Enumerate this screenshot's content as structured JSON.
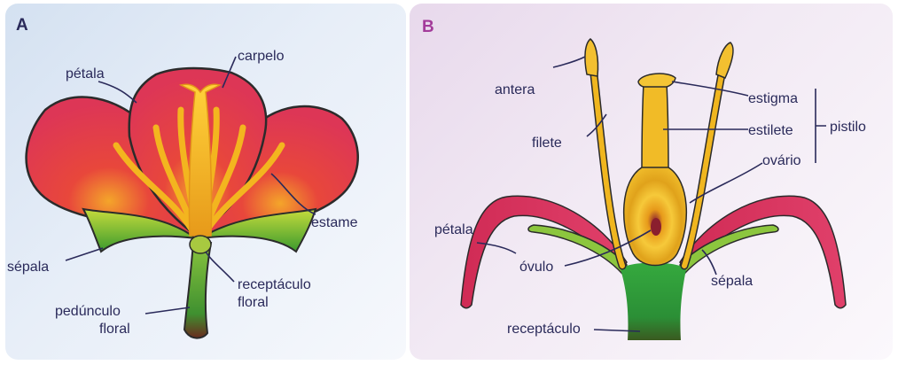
{
  "panel_a": {
    "letter": "A",
    "labels": {
      "carpelo": "carpelo",
      "petala": "pétala",
      "estame": "estame",
      "sepala": "sépala",
      "receptaculo_floral_1": "receptáculo",
      "receptaculo_floral_2": "floral",
      "peduncule_floral_1": "pedúnculo",
      "peduncule_floral_2": "floral"
    },
    "colors": {
      "petal": "#d9334f",
      "sepal": "#57a82b",
      "stamen": "#f1b81d"
    }
  },
  "panel_b": {
    "letter": "B",
    "labels": {
      "antera": "antera",
      "filete": "filete",
      "estigma": "estigma",
      "estilete": "estilete",
      "ovario": "ovário",
      "pistilo": "pistilo",
      "petala": "pétala",
      "ovulo": "óvulo",
      "sepala": "sépala",
      "receptaculo": "receptáculo"
    },
    "colors": {
      "receptacle": "#2f9f3a",
      "pistil": "#e5a81a",
      "petal": "#d52f57"
    }
  }
}
